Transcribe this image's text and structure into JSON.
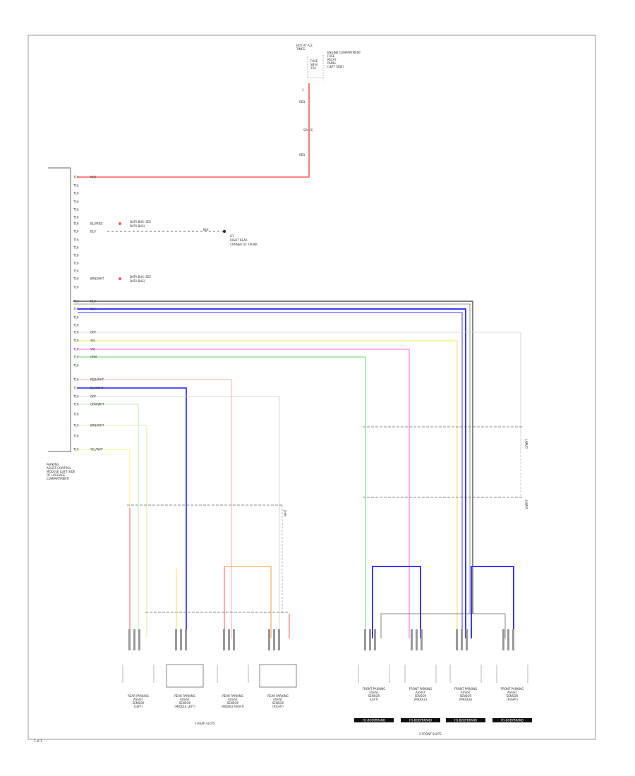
{
  "top_connector": {
    "lines": [
      "HOT AT ALL",
      "TIMES"
    ],
    "fuse": [
      "FUSE",
      "SB34",
      "15A"
    ],
    "panel": [
      "ENGINE COMPARTMENT",
      "FUSE",
      "RELAY",
      "PANEL",
      "(LEFT SIDE)"
    ],
    "upper_pin": "1",
    "upper_color": "RED",
    "splice": "SPLICE",
    "lower_color": "RED"
  },
  "module": {
    "name_lines": [
      "PARKING",
      "ASSIST CONTROL",
      "MODULE (LEFT SIDE",
      "OF LUGGAGE",
      "COMPARTMENT)"
    ],
    "pins": [
      {
        "pin": "T16",
        "color": "RED"
      },
      {
        "pin": "T16",
        "color": ""
      },
      {
        "pin": "T16",
        "color": ""
      },
      {
        "pin": "T16",
        "color": ""
      },
      {
        "pin": "T16",
        "color": ""
      },
      {
        "pin": "T16",
        "color": ""
      },
      {
        "pin": "T16",
        "color": "BLU/RED"
      },
      {
        "pin": "T16",
        "color": "BLU"
      },
      {
        "pin": "T16",
        "color": ""
      },
      {
        "pin": "T16",
        "color": ""
      },
      {
        "pin": "T16",
        "color": ""
      },
      {
        "pin": "T16",
        "color": ""
      },
      {
        "pin": "T16",
        "color": ""
      },
      {
        "pin": "T16",
        "color": "BRN/WHT"
      },
      {
        "pin": "T16",
        "color": ""
      },
      {
        "pin": "T16",
        "color": "BLU"
      },
      {
        "pin": "T16",
        "color": "BLU"
      },
      {
        "pin": "T16",
        "color": ""
      },
      {
        "pin": "T16",
        "color": ""
      },
      {
        "pin": "T16",
        "color": "GRY"
      },
      {
        "pin": "T16",
        "color": "YEL"
      },
      {
        "pin": "T16",
        "color": "VIO"
      },
      {
        "pin": "T16",
        "color": "GRN"
      },
      {
        "pin": "T16",
        "color": ""
      },
      {
        "pin": "T16",
        "color": "RED/WHT"
      },
      {
        "pin": "T16",
        "color": "BLU/WHT"
      },
      {
        "pin": "T16",
        "color": "GRY"
      },
      {
        "pin": "T16",
        "color": "GRN/WHT"
      },
      {
        "pin": "T16",
        "color": ""
      },
      {
        "pin": "T16",
        "color": "BRN/WHT"
      },
      {
        "pin": "T16",
        "color": ""
      },
      {
        "pin": "T16",
        "color": "YEL/WHT"
      }
    ]
  },
  "data_bus_1": {
    "lines": [
      "DATA BUS (SEE",
      "DATA BUS)"
    ]
  },
  "data_bus_2": {
    "lines": [
      "DATA BUS (SEE",
      "DATA BUS)"
    ]
  },
  "ground_wire": "BLK",
  "ground": {
    "lines": [
      "G1",
      "RIGHT REAR",
      "CORNER OF TRUNK"
    ]
  },
  "shield_label_rear": "WHT",
  "shield_label_front_1": "G/WHT",
  "shield_label_front_2": "G/WHT",
  "rear_group_label": "2-REAR SLOTS",
  "front_group_label": "2-FRONT SLOTS",
  "rear_sensors": [
    {
      "lines": [
        "REAR PARKING",
        "ASSIST",
        "SENSOR",
        "(LEFT)"
      ],
      "tag": ""
    },
    {
      "lines": [
        "REAR PARKING",
        "ASSIST",
        "SENSOR",
        "(MIDDLE LEFT)"
      ],
      "tag": ""
    },
    {
      "lines": [
        "REAR PARKING",
        "ASSIST",
        "SENSOR",
        "(MIDDLE RIGHT)"
      ],
      "tag": ""
    },
    {
      "lines": [
        "REAR PARKING",
        "ASSIST",
        "SENSOR",
        "(RIGHT)"
      ],
      "tag": ""
    }
  ],
  "front_sensors": [
    {
      "lines": [
        "FRONT PARKING",
        "ASSIST",
        "SENSOR",
        "(LEFT)"
      ],
      "tag": "H1-BODYBRAND"
    },
    {
      "lines": [
        "FRONT PARKING",
        "ASSIST",
        "SENSOR",
        "(MIDDLE)"
      ],
      "tag": "H1-BODYBRAND"
    },
    {
      "lines": [
        "FRONT PARKING",
        "ASSIST",
        "SENSOR",
        "(MIDDLE)"
      ],
      "tag": "H1-BODYBRAND"
    },
    {
      "lines": [
        "FRONT PARKING",
        "ASSIST",
        "SENSOR",
        "(RIGHT)"
      ],
      "tag": "H1-BODYBRAND"
    }
  ],
  "page_number": "1 of 1",
  "wire_colors": {
    "red": "#ff5a5a",
    "blue": "#3a3aff",
    "yellow": "#e8e84a",
    "violet": "#ff66ff",
    "green": "#66d866",
    "orange": "#ff9a3a",
    "gray": "#bbbbbb",
    "black": "#444444"
  }
}
